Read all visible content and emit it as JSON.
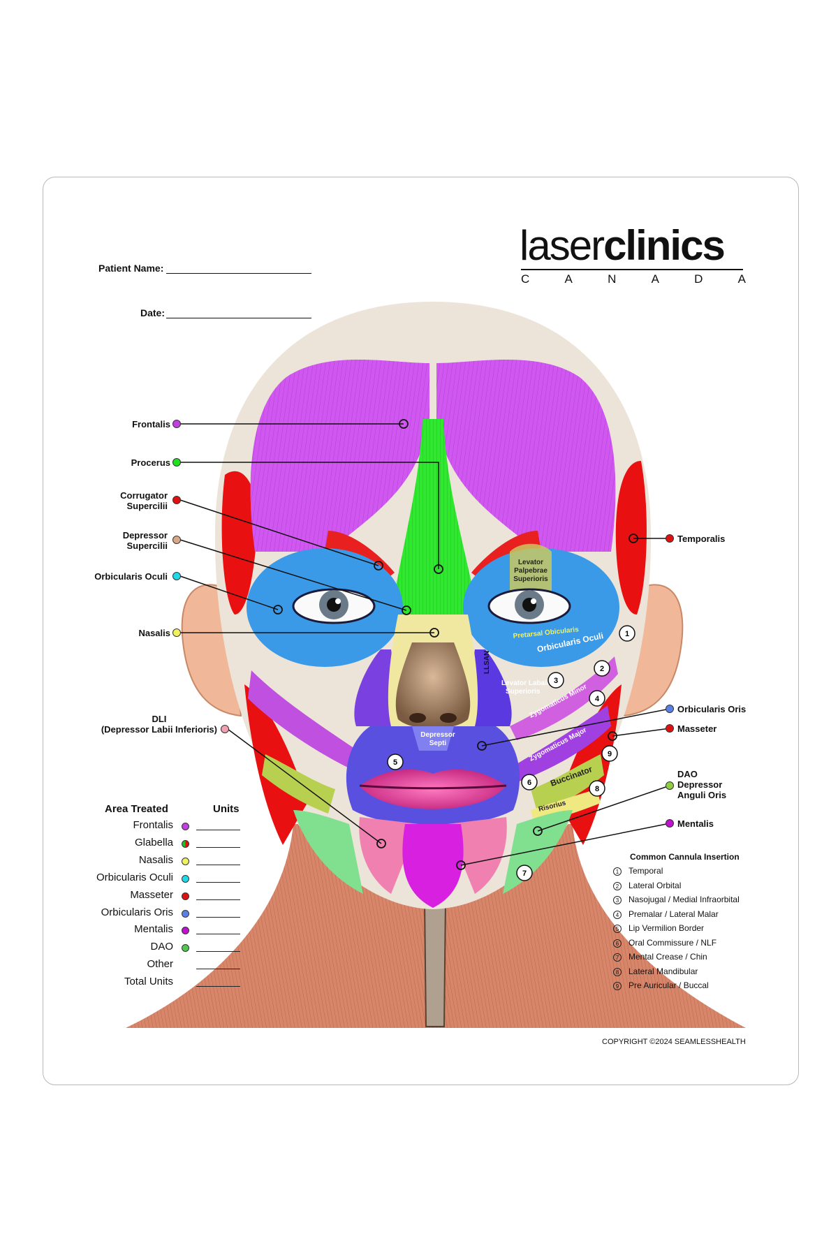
{
  "form": {
    "patient_name_label": "Patient Name:",
    "date_label": "Date:"
  },
  "logo": {
    "word_thin": "laser",
    "word_bold": "clinics",
    "subtitle_letters": [
      "C",
      "A",
      "N",
      "A",
      "D",
      "A"
    ]
  },
  "muscle_labels_left": {
    "frontalis": "Frontalis",
    "procerus": "Procerus",
    "corrugator_line1": "Corrugator",
    "corrugator_line2": "Supercilii",
    "depressor_line1": "Depressor",
    "depressor_line2": "Supercilii",
    "orbicularis_oculi": "Orbicularis Oculi",
    "nasalis": "Nasalis",
    "dli_line1": "DLI",
    "dli_line2": "(Depressor Labii Inferioris)"
  },
  "muscle_labels_right": {
    "temporalis": "Temporalis",
    "orbicularis_oris": "Orbicularis Oris",
    "masseter": "Masseter",
    "dao_line1": "DAO",
    "dao_line2": "Depressor",
    "dao_line3": "Anguli Oris",
    "mentalis": "Mentalis"
  },
  "inner_labels": {
    "levator_line1": "Levator",
    "levator_line2": "Palpebrae",
    "levator_line3": "Superioris",
    "pretarsal": "Pretarsal Obicularis",
    "orbicularis_oculi": "Orbicularis Oculi",
    "llsan": "LLSAN",
    "lls_line1": "Levator Labaii",
    "lls_line2": "Superioris",
    "zyg_minor": "Zygomaticus Minor",
    "zyg_major": "Zygomaticus Major",
    "buccinator": "Buccinator",
    "risorius": "Risorius",
    "depressor_septi_line1": "Depressor",
    "depressor_septi_line2": "Septi"
  },
  "cannula_markers": [
    "1",
    "2",
    "3",
    "4",
    "5",
    "6",
    "7",
    "8",
    "9"
  ],
  "area_table": {
    "header_area": "Area Treated",
    "header_units": "Units",
    "rows": [
      {
        "label": "Frontalis",
        "color": "#c040e0"
      },
      {
        "label": "Glabella",
        "color": "split"
      },
      {
        "label": "Nasalis",
        "color": "#f0f060"
      },
      {
        "label": "Orbicularis Oculi",
        "color": "#20d8e8"
      },
      {
        "label": "Masseter",
        "color": "#e01010"
      },
      {
        "label": "Orbicularis Oris",
        "color": "#5a80e8"
      },
      {
        "label": "Mentalis",
        "color": "#c010d0"
      },
      {
        "label": "DAO",
        "color": "#50c850"
      },
      {
        "label": "Other",
        "color": ""
      },
      {
        "label": "Total Units",
        "color": ""
      }
    ]
  },
  "cannula_list": {
    "title": "Common Cannula Insertion",
    "items": [
      {
        "num": "1",
        "label": "Temporal"
      },
      {
        "num": "2",
        "label": "Lateral Orbital"
      },
      {
        "num": "3",
        "label": "Nasojugal / Medial Infraorbital"
      },
      {
        "num": "4",
        "label": "Premalar / Lateral Malar"
      },
      {
        "num": "5",
        "label": "Lip Vermilion Border"
      },
      {
        "num": "6",
        "label": "Oral Commissure / NLF"
      },
      {
        "num": "7",
        "label": "Mental Crease / Chin"
      },
      {
        "num": "8",
        "label": "Lateral Mandibular"
      },
      {
        "num": "9",
        "label": "Pre Auricular / Buccal"
      }
    ]
  },
  "copyright": "COPYRIGHT ©2024 SEAMLESSHEALTH",
  "colors": {
    "frontalis": "#c040e0",
    "procerus": "#20e020",
    "corrugator": "#e01010",
    "depressor_supercilii": "#d8a888",
    "orbicularis_oculi": "#20d8e8",
    "nasalis": "#f0f060",
    "dli": "#f0a0b0",
    "temporalis": "#e01010",
    "orbicularis_oris": "#5a80e8",
    "masseter": "#e01010",
    "dao": "#90d040",
    "mentalis": "#c010d0"
  }
}
